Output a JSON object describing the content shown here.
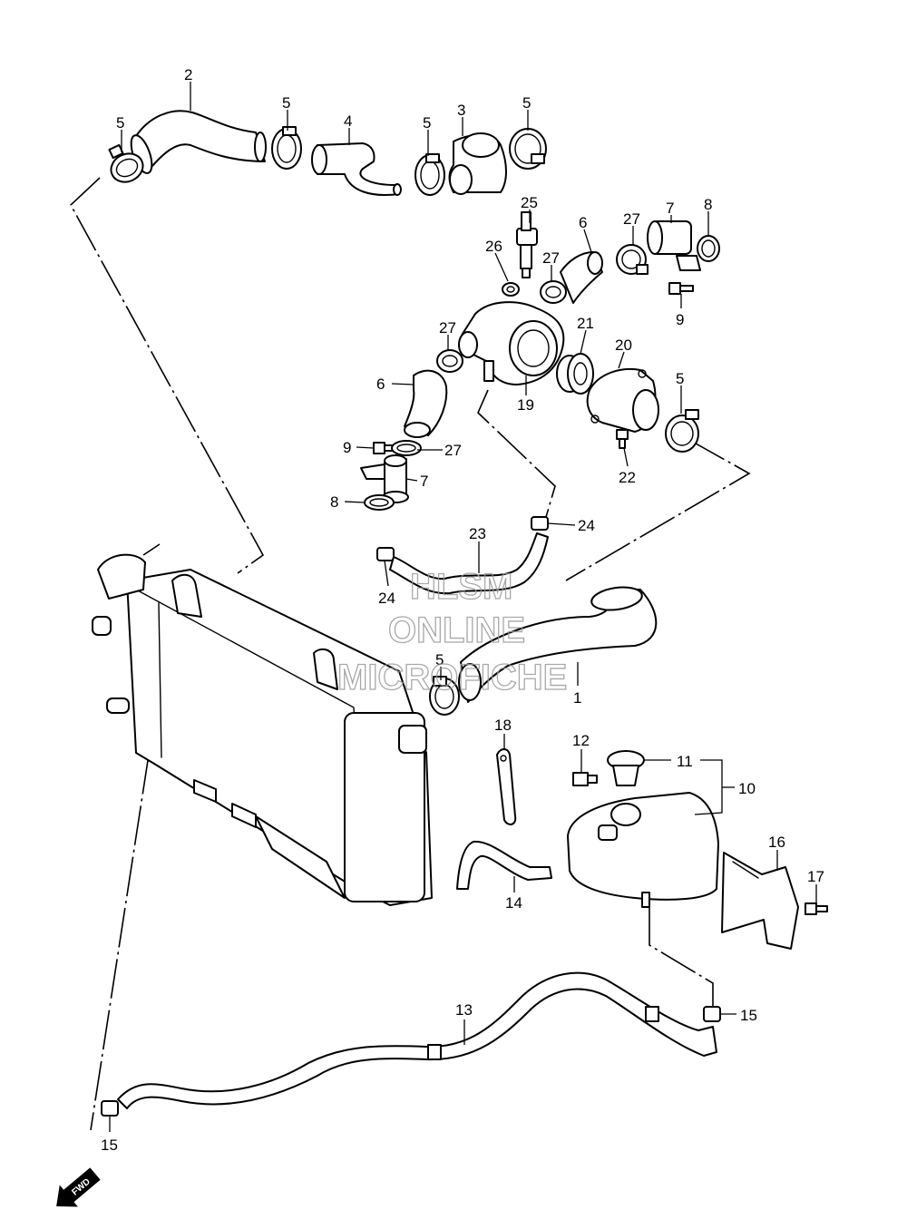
{
  "diagram": {
    "callouts": [
      {
        "id": "2",
        "label": "2"
      },
      {
        "id": "5a",
        "label": "5"
      },
      {
        "id": "5b",
        "label": "5"
      },
      {
        "id": "4",
        "label": "4"
      },
      {
        "id": "5c",
        "label": "5"
      },
      {
        "id": "3",
        "label": "3"
      },
      {
        "id": "5d",
        "label": "5"
      },
      {
        "id": "25",
        "label": "25"
      },
      {
        "id": "26",
        "label": "26"
      },
      {
        "id": "6a",
        "label": "6"
      },
      {
        "id": "27a",
        "label": "27"
      },
      {
        "id": "7a",
        "label": "7"
      },
      {
        "id": "8a",
        "label": "8"
      },
      {
        "id": "27b",
        "label": "27"
      },
      {
        "id": "9a",
        "label": "9"
      },
      {
        "id": "27c",
        "label": "27"
      },
      {
        "id": "21",
        "label": "21"
      },
      {
        "id": "20",
        "label": "20"
      },
      {
        "id": "6b",
        "label": "6"
      },
      {
        "id": "19",
        "label": "19"
      },
      {
        "id": "5e",
        "label": "5"
      },
      {
        "id": "9b",
        "label": "9"
      },
      {
        "id": "27d",
        "label": "27"
      },
      {
        "id": "22",
        "label": "22"
      },
      {
        "id": "7b",
        "label": "7"
      },
      {
        "id": "8b",
        "label": "8"
      },
      {
        "id": "23",
        "label": "23"
      },
      {
        "id": "24a",
        "label": "24"
      },
      {
        "id": "24b",
        "label": "24"
      },
      {
        "id": "5f",
        "label": "5"
      },
      {
        "id": "1",
        "label": "1"
      },
      {
        "id": "18",
        "label": "18"
      },
      {
        "id": "12",
        "label": "12"
      },
      {
        "id": "11",
        "label": "11"
      },
      {
        "id": "10",
        "label": "10"
      },
      {
        "id": "16",
        "label": "16"
      },
      {
        "id": "17",
        "label": "17"
      },
      {
        "id": "14",
        "label": "14"
      },
      {
        "id": "13",
        "label": "13"
      },
      {
        "id": "15a",
        "label": "15"
      },
      {
        "id": "15b",
        "label": "15"
      }
    ],
    "watermark": {
      "line1": "HLSM",
      "line2": "ONLINE",
      "line3": "MICROFICHE",
      "color": "#9a9a9a"
    },
    "fwd_label": "FWD"
  }
}
